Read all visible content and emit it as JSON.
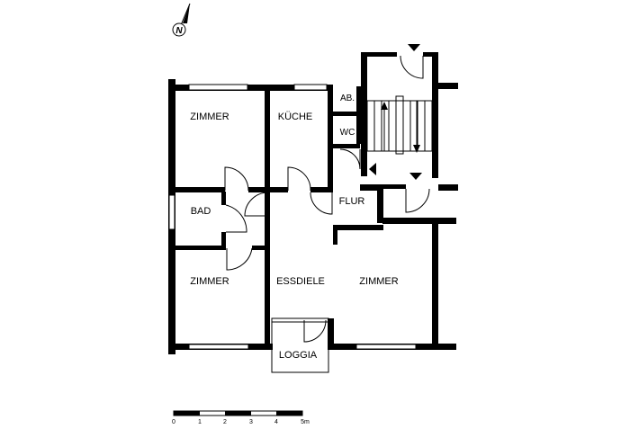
{
  "rooms": {
    "zimmer_nw": "ZIMMER",
    "kueche": "KÜCHE",
    "abstell": "AB.",
    "wc": "WC",
    "bad": "BAD",
    "flur": "FLUR",
    "zimmer_sw": "ZIMMER",
    "essdiele": "ESSDIELE",
    "zimmer_se": "ZIMMER",
    "loggia": "LOGGIA"
  },
  "compass": {
    "letter": "N"
  },
  "scale": {
    "ticks": [
      "0",
      "1",
      "2",
      "3",
      "4",
      "5m"
    ]
  },
  "colors": {
    "wall": "#000000",
    "background": "#ffffff"
  }
}
